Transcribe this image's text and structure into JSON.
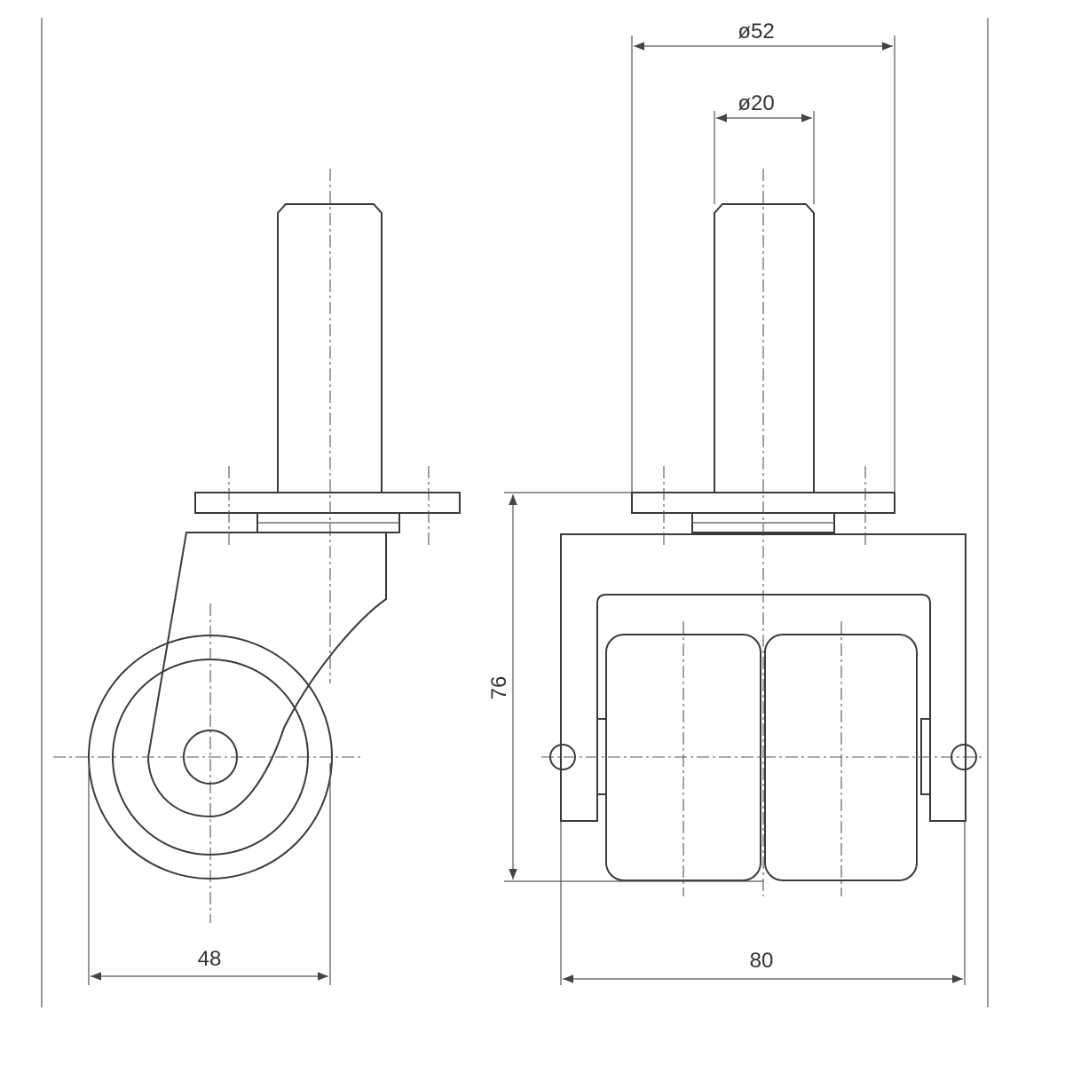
{
  "title": "Twin-wheel swivel caster with stem — technical drawing",
  "dimensions": {
    "stem_plate_diameter": "ø52",
    "stem_diameter": "ø20",
    "total_height": "76",
    "wheel_diameter": "48",
    "overall_width": "80"
  },
  "colors": {
    "line": "#3a3a3a",
    "background": "#ffffff"
  }
}
